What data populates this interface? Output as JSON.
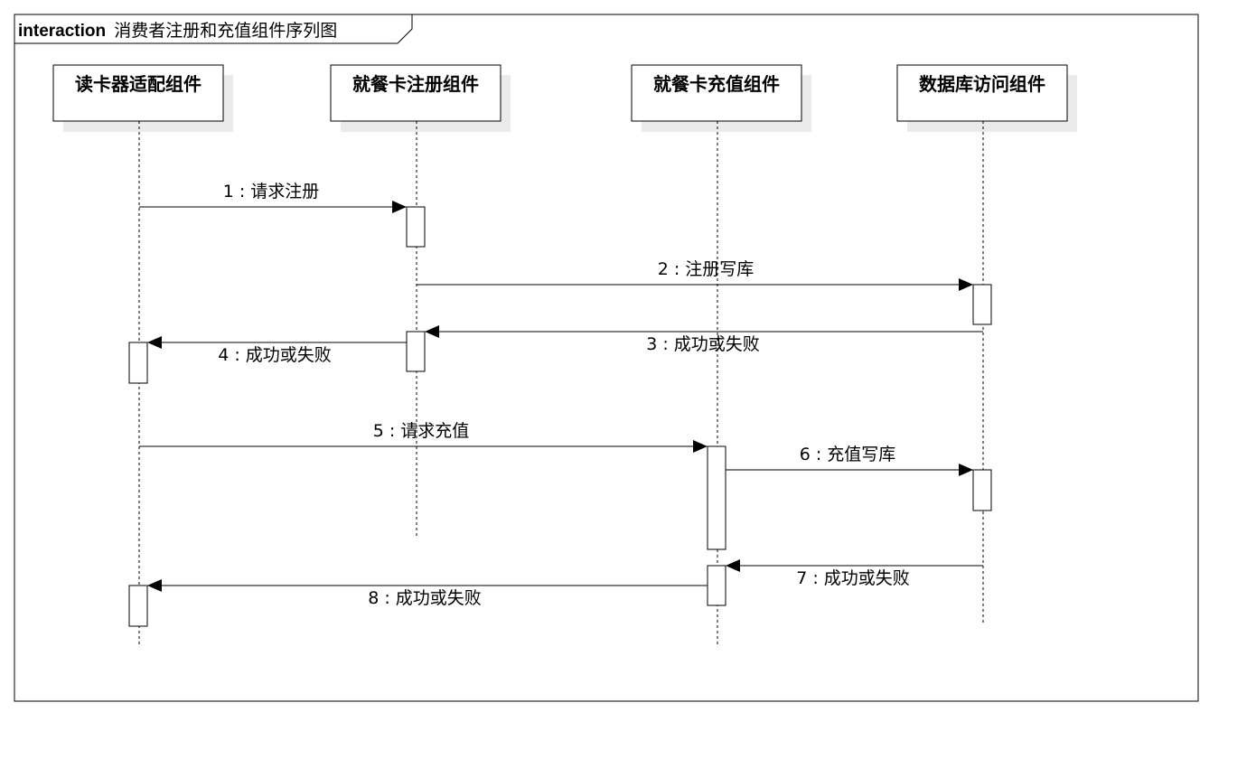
{
  "frame": {
    "keyword": "interaction",
    "title": "消费者注册和充值组件序列图"
  },
  "lifelines": [
    {
      "id": "card_reader",
      "label": "读卡器适配组件"
    },
    {
      "id": "register",
      "label": "就餐卡注册组件"
    },
    {
      "id": "recharge",
      "label": "就餐卡充值组件"
    },
    {
      "id": "database",
      "label": "数据库访问组件"
    }
  ],
  "messages": [
    {
      "label": "1 : 请求注册",
      "from": "card_reader",
      "to": "register"
    },
    {
      "label": "2 : 注册写库",
      "from": "register",
      "to": "database"
    },
    {
      "label": "3 : 成功或失败",
      "from": "database",
      "to": "register"
    },
    {
      "label": "4 : 成功或失败",
      "from": "register",
      "to": "card_reader"
    },
    {
      "label": "5 : 请求充值",
      "from": "card_reader",
      "to": "recharge"
    },
    {
      "label": "6 : 充值写库",
      "from": "recharge",
      "to": "database"
    },
    {
      "label": "7 : 成功或失败",
      "from": "database",
      "to": "recharge"
    },
    {
      "label": "8 : 成功或失败",
      "from": "recharge",
      "to": "card_reader"
    }
  ]
}
